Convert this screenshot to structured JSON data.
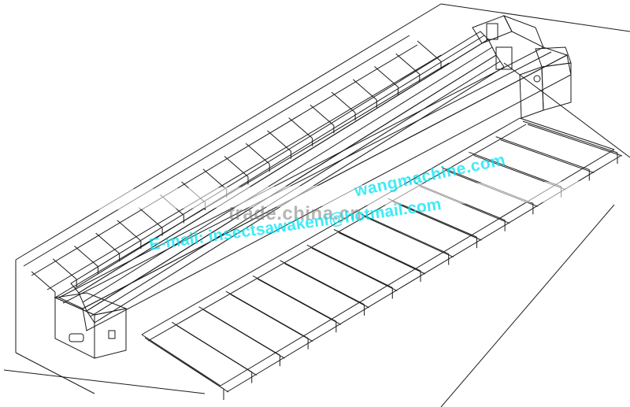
{
  "watermarks": {
    "site": "wangmachine.com",
    "center": "trade.china.cn",
    "email": "E-mail: insectsawakeni@hotmail.com"
  },
  "colors": {
    "line": "#1a1a1a",
    "watermark_cyan": "#00e5f5",
    "watermark_gray": "#808080",
    "background": "#ffffff"
  }
}
